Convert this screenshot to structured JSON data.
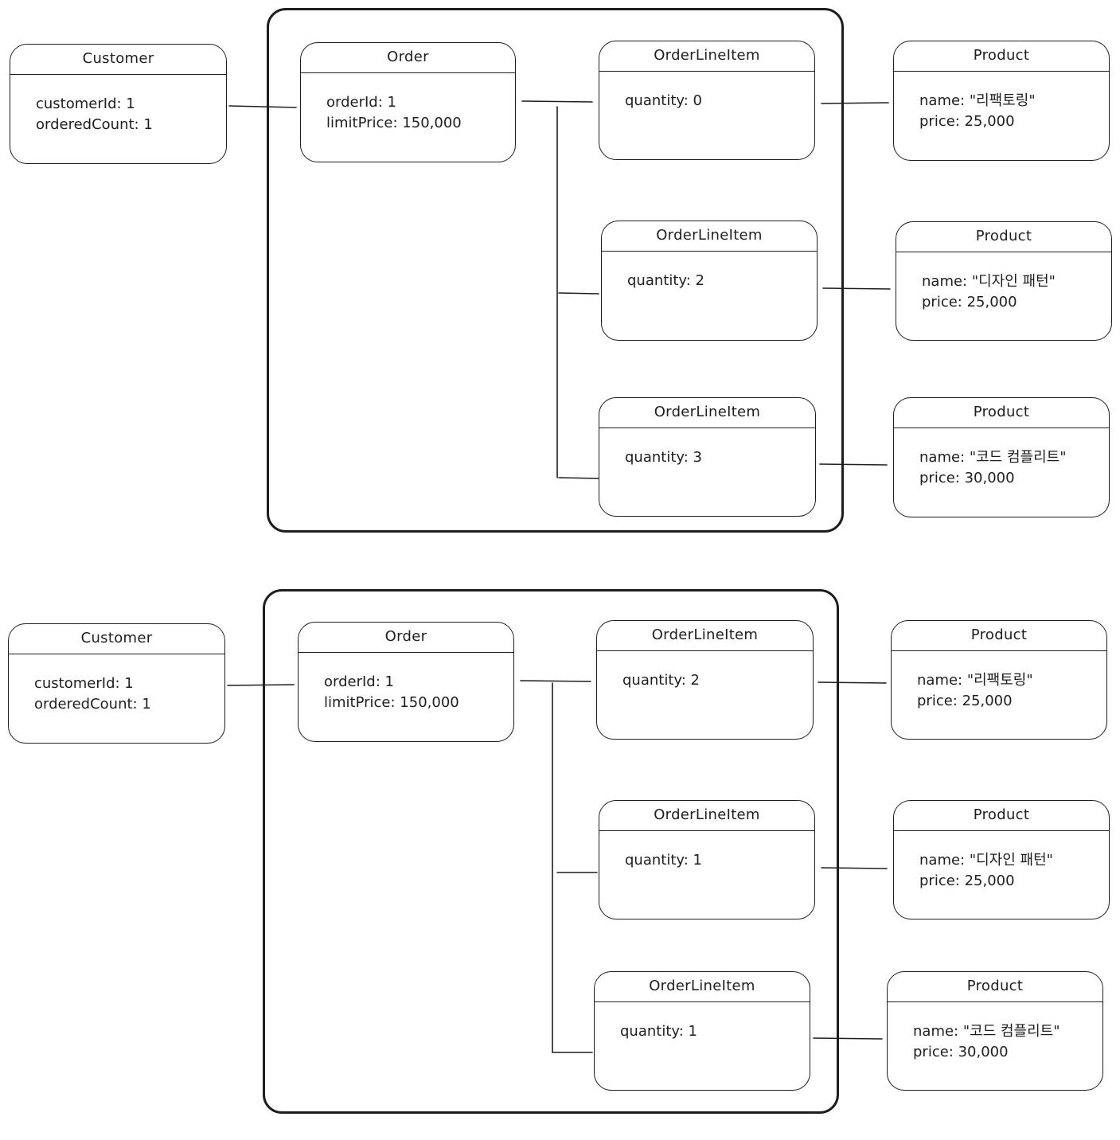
{
  "diagrams": [
    {
      "customer": {
        "title": "Customer",
        "fields": [
          "customerId: 1",
          "orderedCount: 1"
        ]
      },
      "order": {
        "title": "Order",
        "fields": [
          "orderId: 1",
          "limitPrice: 150,000"
        ]
      },
      "line_items": [
        {
          "title": "OrderLineItem",
          "fields": [
            "quantity: 0"
          ]
        },
        {
          "title": "OrderLineItem",
          "fields": [
            "quantity: 2"
          ]
        },
        {
          "title": "OrderLineItem",
          "fields": [
            "quantity: 3"
          ]
        }
      ],
      "products": [
        {
          "title": "Product",
          "fields": [
            "name: \"리팩토링\"",
            "price: 25,000"
          ]
        },
        {
          "title": "Product",
          "fields": [
            "name: \"디자인 패턴\"",
            "price: 25,000"
          ]
        },
        {
          "title": "Product",
          "fields": [
            "name: \"코드 컴플리트\"",
            "price: 30,000"
          ]
        }
      ]
    },
    {
      "customer": {
        "title": "Customer",
        "fields": [
          "customerId: 1",
          "orderedCount: 1"
        ]
      },
      "order": {
        "title": "Order",
        "fields": [
          "orderId: 1",
          "limitPrice: 150,000"
        ]
      },
      "line_items": [
        {
          "title": "OrderLineItem",
          "fields": [
            "quantity: 2"
          ]
        },
        {
          "title": "OrderLineItem",
          "fields": [
            "quantity: 1"
          ]
        },
        {
          "title": "OrderLineItem",
          "fields": [
            "quantity: 1"
          ]
        }
      ],
      "products": [
        {
          "title": "Product",
          "fields": [
            "name: \"리팩토링\"",
            "price: 25,000"
          ]
        },
        {
          "title": "Product",
          "fields": [
            "name: \"디자인 패턴\"",
            "price: 25,000"
          ]
        },
        {
          "title": "Product",
          "fields": [
            "name: \"코드 컴플리트\"",
            "price: 30,000"
          ]
        }
      ]
    }
  ]
}
